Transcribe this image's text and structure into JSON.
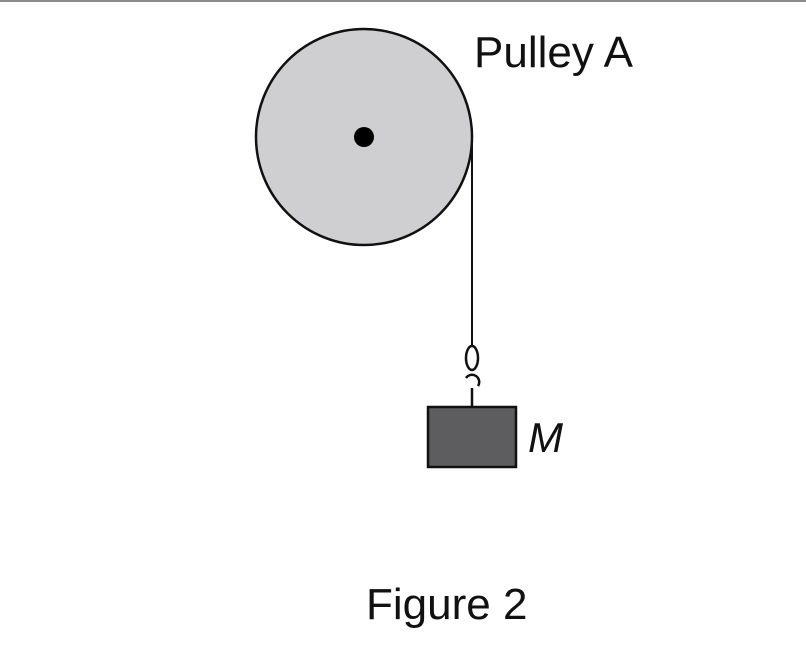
{
  "diagram": {
    "pulley_label": "Pulley A",
    "mass_label": "M",
    "caption": "Figure 2"
  },
  "colors": {
    "pulley_fill": "#cfcfd1",
    "block_fill": "#5d5d5f",
    "stroke": "#111111",
    "axle": "#000000"
  }
}
